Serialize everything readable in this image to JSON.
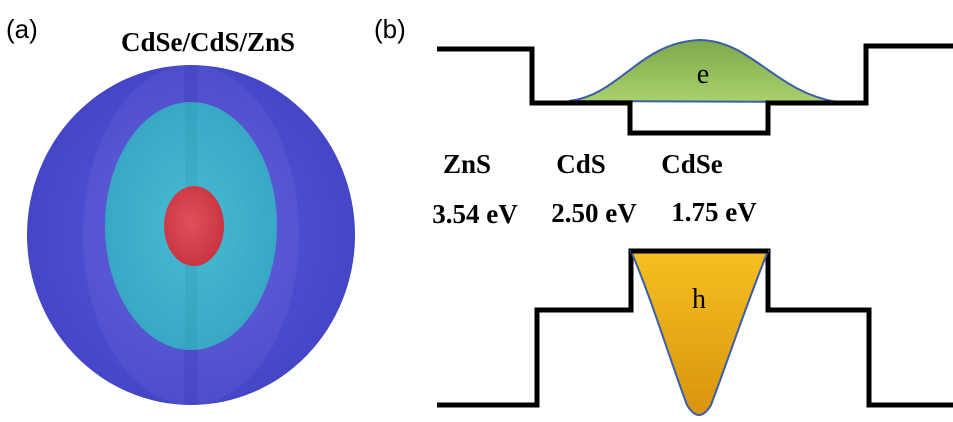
{
  "panel_a": {
    "label": "(a)",
    "title": "CdSe/CdS/ZnS"
  },
  "panel_b": {
    "label": "(b)",
    "materials": [
      {
        "name": "ZnS",
        "gap": "3.54 eV"
      },
      {
        "name": "CdS",
        "gap": "2.50 eV"
      },
      {
        "name": "CdSe",
        "gap": "1.75 eV"
      }
    ],
    "electron_label": "e",
    "hole_label": "h"
  },
  "colors": {
    "zns_shell": "#5252d6",
    "cds_shell": "#3fb2cc",
    "cdse_core": "#d9424e",
    "electron_fill": "#93c15a",
    "hole_fill": "#f2b418",
    "wavefunction_outline": "#3a5ea8",
    "band_line": "#000000"
  }
}
